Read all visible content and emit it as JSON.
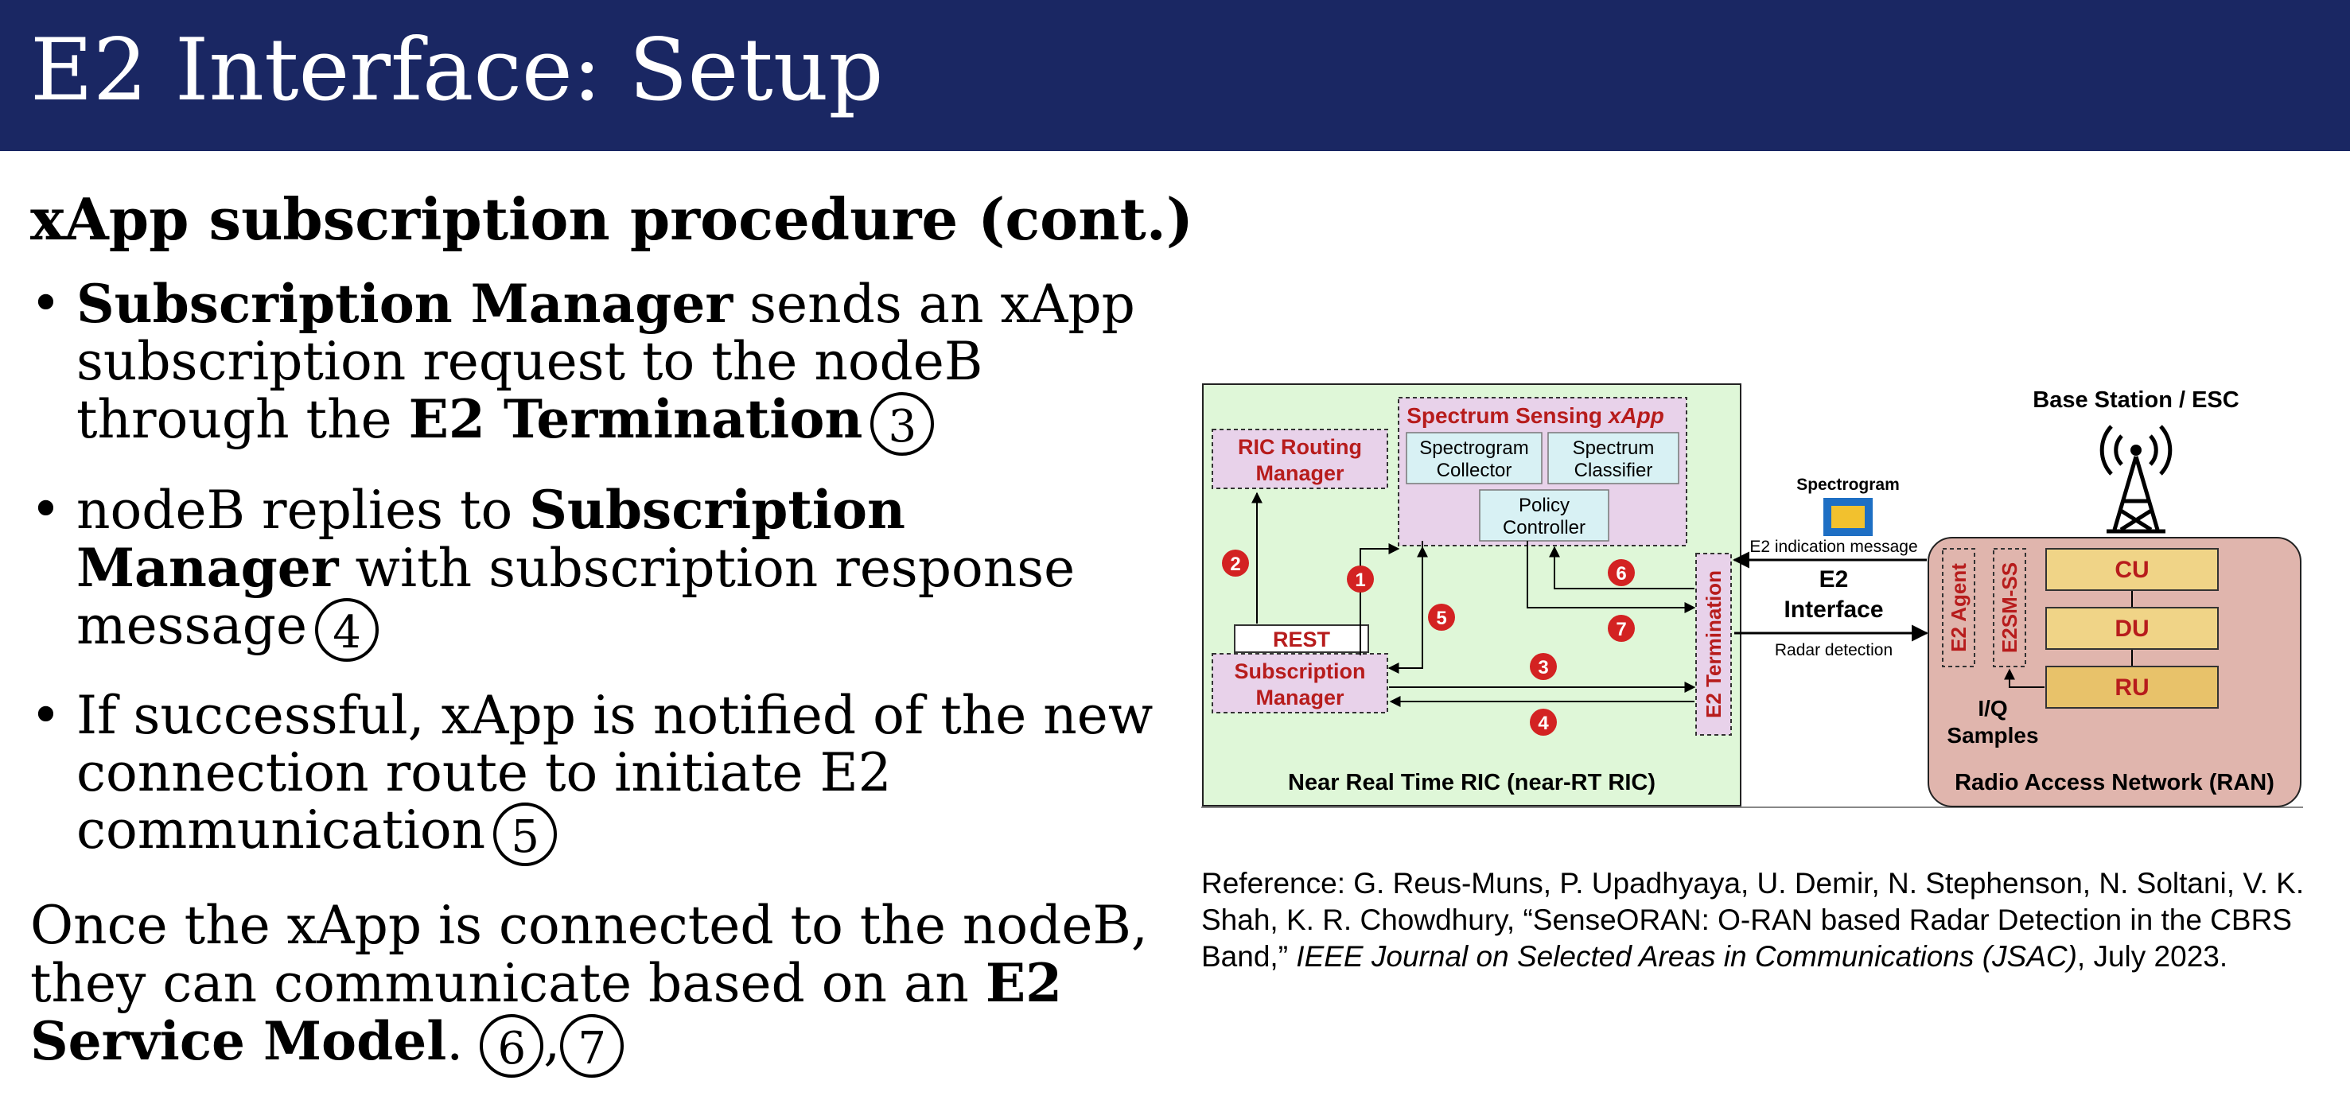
{
  "slide": {
    "title": "E2 Interface: Setup"
  },
  "subheading": "xApp subscription procedure (cont.)",
  "bullets": [
    {
      "bold1": "Subscription Manager",
      "text1": " sends an xApp subscription request to the nodeB through the ",
      "bold2": "E2 Termination",
      "step": "3"
    },
    {
      "text0": "nodeB replies to ",
      "bold1": "Subscription Manager",
      "text1": " with subscription response message",
      "step": "4"
    },
    {
      "text0": "If successful, xApp is notified of the new connection route to initiate E2 communication",
      "step": "5"
    }
  ],
  "closing": {
    "text": "Once the xApp is connected to the nodeB, they can communicate based on an ",
    "bold": "E2 Service Model",
    "period": ".",
    "step_a": "6",
    "comma": ",",
    "step_b": "7"
  },
  "figure": {
    "ric_label": "Near Real Time RIC (near-RT RIC)",
    "ran_label": "Radio Access Network (RAN)",
    "base_station_label": "Base Station / ESC",
    "spectrum_xapp_label": "Spectrum Sensing",
    "spectrum_xapp_italic": "xApp",
    "spectrogram_collector": [
      "Spectrogram",
      "Collector"
    ],
    "spectrum_classifier": [
      "Spectrum",
      "Classifier"
    ],
    "policy_controller": [
      "Policy",
      "Controller"
    ],
    "ric_routing_manager": [
      "RIC Routing",
      "Manager"
    ],
    "rest_label": "REST",
    "subscription_manager": [
      "Subscription",
      "Manager"
    ],
    "e2_termination": "E2 Termination",
    "spectrogram_label": "Spectrogram",
    "e2_indication_message": "E2 indication message",
    "e2_interface": [
      "E2",
      "Interface"
    ],
    "radar_detection": "Radar detection",
    "e2_agent": "E2 Agent",
    "e2sm_ss": "E2SM-SS",
    "cu": "CU",
    "du": "DU",
    "ru": "RU",
    "iq_samples": [
      "I/Q",
      "Samples"
    ],
    "steps": [
      "1",
      "2",
      "3",
      "4",
      "5",
      "6",
      "7"
    ],
    "colors": {
      "ric_bg": "#dff7d8",
      "ran_bg": "#e0b5ad",
      "xapp_bg": "#e8d2ea",
      "component_bg": "#d8f1f4",
      "unit_bg": "#f0d487",
      "label_red": "#b71c1c",
      "step_red": "#d32222"
    }
  },
  "reference": {
    "prefix": "Reference: G. Reus-Muns, P. Upadhyaya, U. Demir, N. Stephenson, N. Soltani, V. K. Shah, K. R. Chowdhury, “SenseORAN: O-RAN based Radar Detection in the CBRS Band,” ",
    "journal": "IEEE Journal on Selected Areas in Communications (JSAC)",
    "suffix": ", July 2023."
  }
}
